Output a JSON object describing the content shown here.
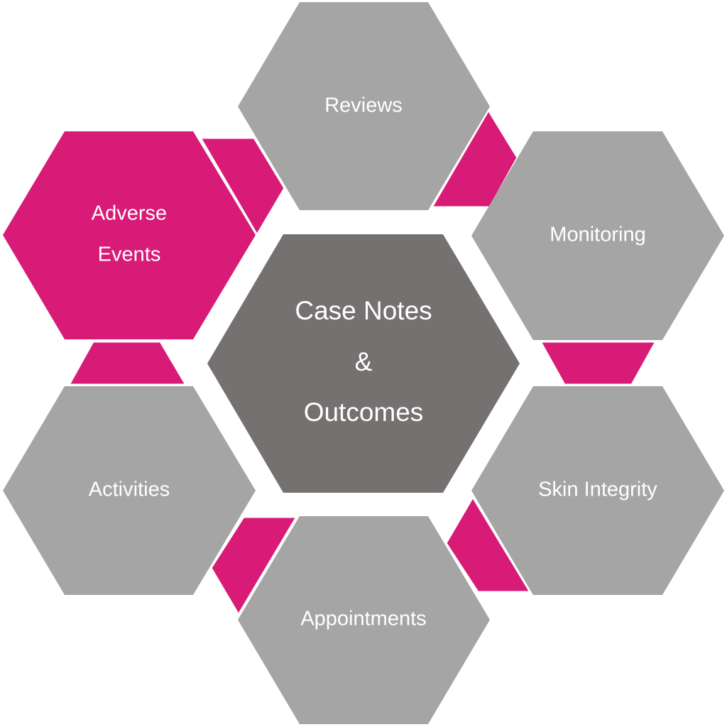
{
  "diagram": {
    "title": "Case Notes & Outcomes",
    "colors": {
      "center": "#757170",
      "outer": "#a5a5a5",
      "accent": "#d81b77",
      "text": "#ffffff"
    },
    "center": {
      "lines": [
        "Case Notes",
        "&",
        "Outcomes"
      ]
    },
    "nodes": [
      {
        "id": "reviews",
        "lines": [
          "Reviews"
        ],
        "highlighted": false
      },
      {
        "id": "monitoring",
        "lines": [
          "Monitoring"
        ],
        "highlighted": false
      },
      {
        "id": "skin-integrity",
        "lines": [
          "Skin Integrity"
        ],
        "highlighted": false
      },
      {
        "id": "appointments",
        "lines": [
          "Appointments"
        ],
        "highlighted": false
      },
      {
        "id": "activities",
        "lines": [
          "Activities"
        ],
        "highlighted": false
      },
      {
        "id": "adverse-events",
        "lines": [
          "Adverse",
          "Events"
        ],
        "highlighted": true
      }
    ],
    "connectors": [
      {
        "from": "adverse-events",
        "to": "reviews"
      },
      {
        "from": "reviews",
        "to": "monitoring"
      },
      {
        "from": "monitoring",
        "to": "skin-integrity"
      },
      {
        "from": "skin-integrity",
        "to": "appointments"
      },
      {
        "from": "appointments",
        "to": "activities"
      },
      {
        "from": "activities",
        "to": "adverse-events"
      }
    ]
  }
}
